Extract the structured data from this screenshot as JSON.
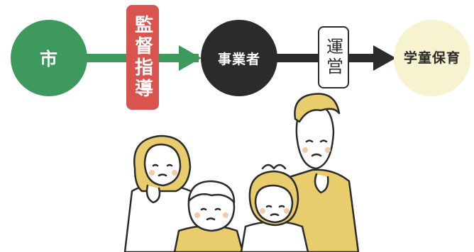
{
  "diagram": {
    "nodes": {
      "city": {
        "label": "市",
        "color": "#3e9a5c"
      },
      "operator": {
        "label": "事業者",
        "color": "#2b2b2b"
      },
      "target": {
        "label": "学童保育",
        "color": "#f7f2cf"
      }
    },
    "edges": {
      "city_to_operator": {
        "label": "監督指導",
        "color": "#3e9a5c",
        "label_color": "#d9534f"
      },
      "operator_to_target": {
        "label": "運営",
        "color": "#2b2b2b"
      }
    }
  },
  "illustration": {
    "subject": "worried-family",
    "accent_color": "#e9cc6b",
    "line_color": "#2b2b2b"
  }
}
